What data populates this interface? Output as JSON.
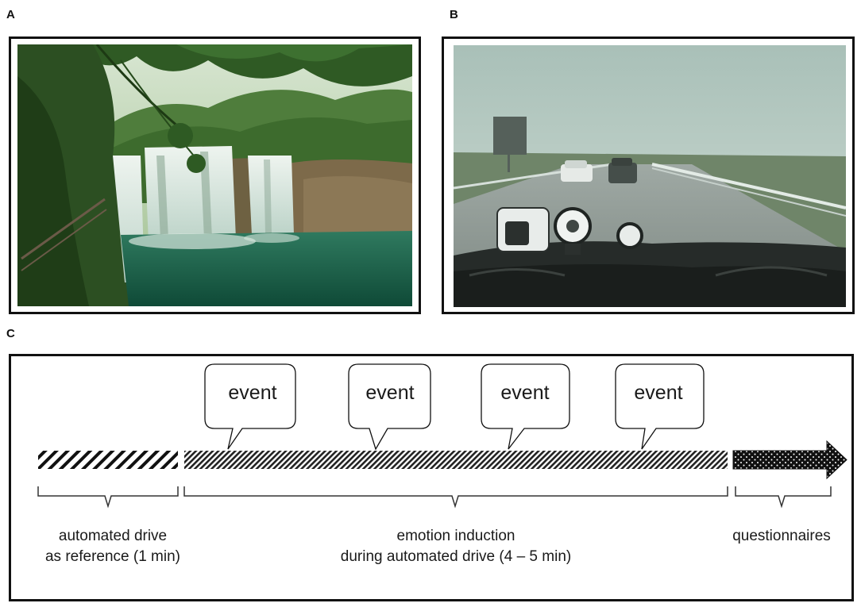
{
  "panels": {
    "a_label": "A",
    "b_label": "B",
    "c_label": "C"
  },
  "photos": {
    "a": {
      "subject": "waterfall-photo"
    },
    "b": {
      "subject": "driving-simulator-photo"
    }
  },
  "timeline": {
    "event_label": "event",
    "events": [
      "event",
      "event",
      "event",
      "event"
    ],
    "phases": [
      {
        "pattern": "coarse-diagonal-hatch"
      },
      {
        "pattern": "fine-diagonal-hatch"
      },
      {
        "pattern": "dotted-arrow"
      }
    ],
    "captions": {
      "reference_line1": "automated drive",
      "reference_line2": "as reference (1 min)",
      "induction_line1": "emotion induction",
      "induction_line2": "during automated drive (4 – 5 min)",
      "questionnaires": "questionnaires"
    }
  }
}
